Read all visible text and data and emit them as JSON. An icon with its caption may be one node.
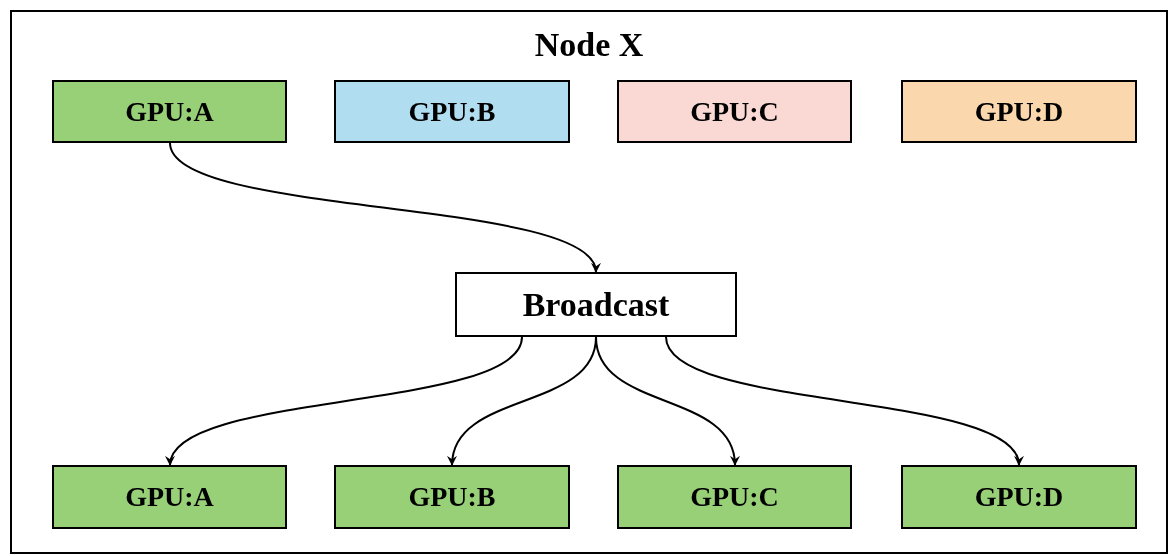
{
  "diagram": {
    "nodes": [
      {
        "text": [
          "Node X"
        ]
      },
      {
        "text": [
          "GPU:A"
        ],
        "in": 0
      },
      {
        "text": [
          "GPU:B"
        ],
        "in": 0
      },
      {
        "text": [
          "GPU:C"
        ],
        "in": 0
      },
      {
        "text": [
          "GPU:D"
        ],
        "in": 0
      },
      {
        "text": [
          "Broadcast"
        ],
        "in": 0
      },
      {
        "text": [
          "GPU:A"
        ],
        "in": 0
      },
      {
        "text": [
          "GPU:B"
        ],
        "in": 0
      },
      {
        "text": [
          "GPU:C"
        ],
        "in": 0
      },
      {
        "text": [
          "GPU:D"
        ],
        "in": 0
      }
    ],
    "edges": [
      {
        "from": 1,
        "to": 5,
        "arrow": "to"
      },
      {
        "from": 5,
        "to": 6,
        "arrow": "to"
      },
      {
        "from": 5,
        "to": 7,
        "arrow": "to"
      },
      {
        "from": 5,
        "to": 8,
        "arrow": "to"
      },
      {
        "from": 5,
        "to": 9,
        "arrow": "to"
      }
    ]
  }
}
